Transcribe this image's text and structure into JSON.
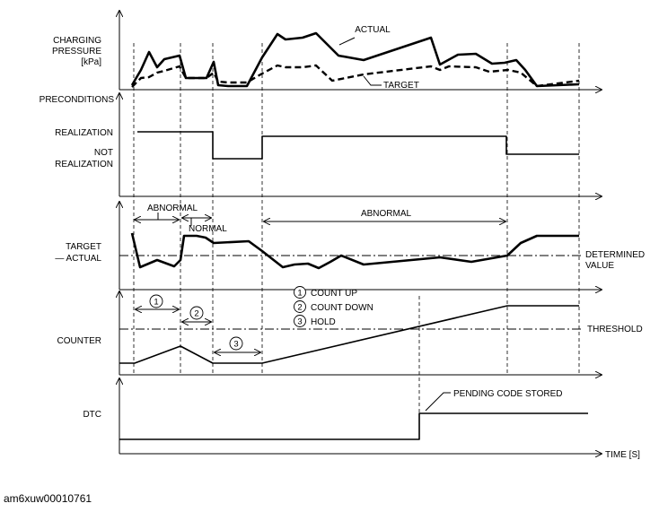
{
  "panels": {
    "charging_pressure": {
      "label_lines": [
        "CHARGING",
        "PRESSURE",
        "[kPa]"
      ],
      "actual_label": "ACTUAL",
      "target_label": "TARGET"
    },
    "preconditions": {
      "label": "PRECONDITIONS",
      "realization": "REALIZATION",
      "not_realization_lines": [
        "NOT",
        "REALIZATION"
      ]
    },
    "target_actual": {
      "label_lines": [
        "TARGET",
        "— ACTUAL"
      ],
      "abnormal_1": "ABNORMAL",
      "normal": "NORMAL",
      "abnormal_2": "ABNORMAL",
      "determined_value_lines": [
        "DETERMINED",
        "VALUE"
      ]
    },
    "counter": {
      "label": "COUNTER",
      "threshold": "THRESHOLD",
      "legend": [
        {
          "num": "1",
          "text": "COUNT UP"
        },
        {
          "num": "2",
          "text": "COUNT DOWN"
        },
        {
          "num": "3",
          "text": "HOLD"
        }
      ]
    },
    "dtc": {
      "label": "DTC",
      "pending": "PENDING CODE STORED"
    }
  },
  "time_axis_label": "TIME [S]",
  "footer_id": "am6xuw00010761"
}
